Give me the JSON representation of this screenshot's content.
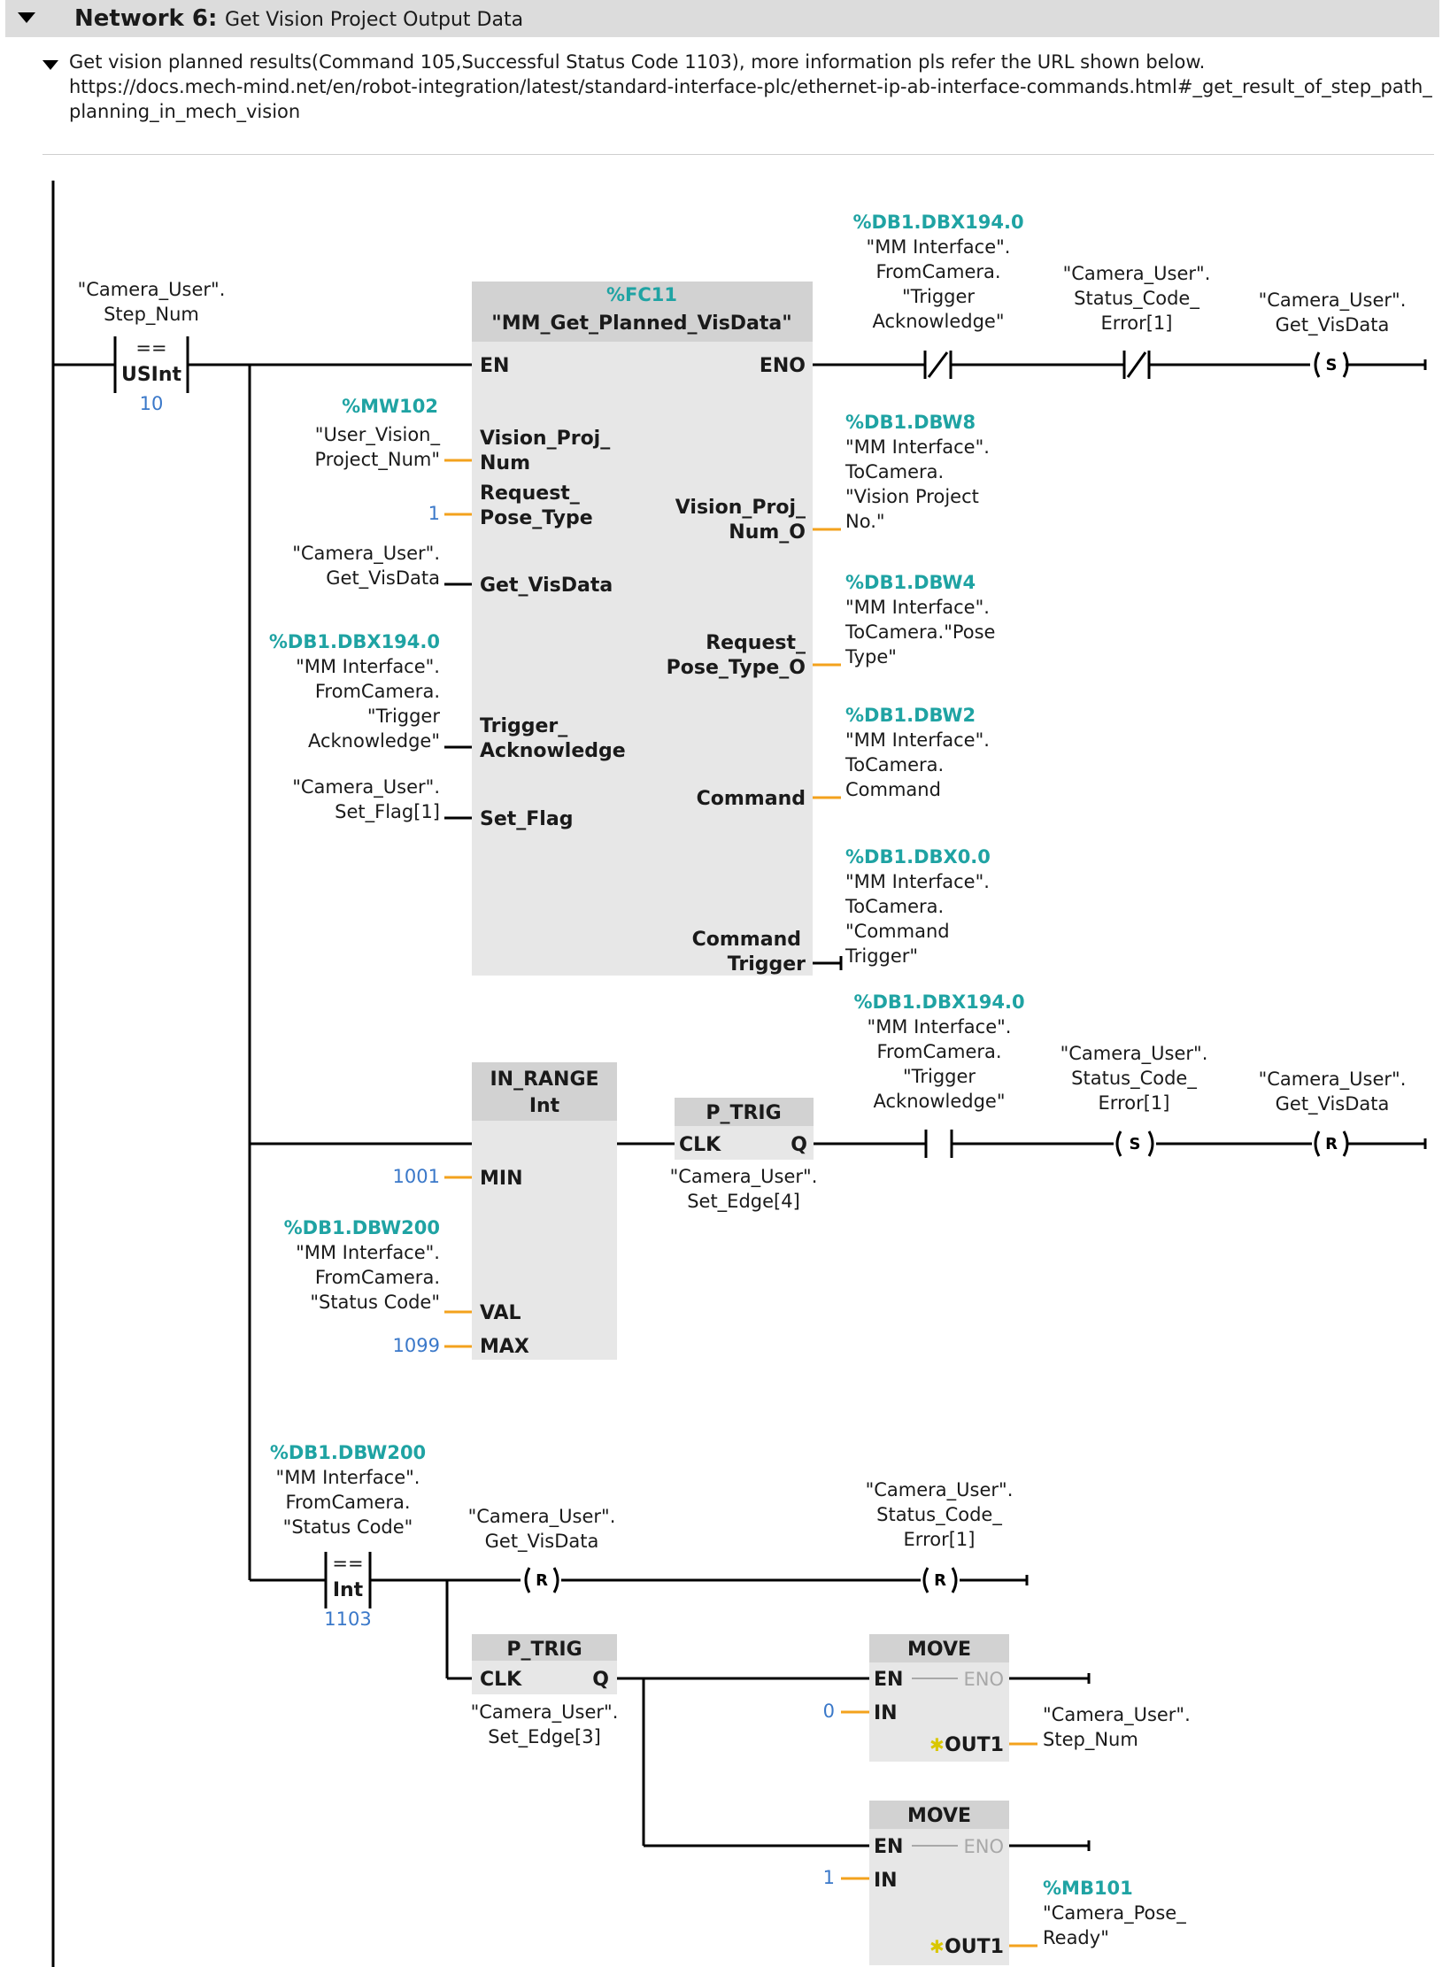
{
  "network": {
    "label": "Network 6:",
    "title": "Get Vision Project Output Data",
    "comment": "Get vision planned results(Command 105,Successful Status Code 1103), more information pls refer the URL shown below.\nhttps://docs.mech-mind.net/en/robot-integration/latest/standard-interface-plc/ethernet-ip-ab-interface-commands.html#_get_result_of_step_path_planning_in_mech_vision"
  },
  "compare1": {
    "op_l1": "\"Camera_User\".",
    "op_l2": "Step_Num",
    "op": "==",
    "type": "USInt",
    "value": "10"
  },
  "fc11": {
    "address": "%FC11",
    "name": "\"MM_Get_Planned_VisData\"",
    "en": "EN",
    "eno": "ENO",
    "pin_vp_1": "Vision_Proj_",
    "pin_vp_2": "Num",
    "pin_rp_1": "Request_",
    "pin_rp_2": "Pose_Type",
    "pin_gv": "Get_VisData",
    "pin_ta_1": "Trigger_",
    "pin_ta_2": "Acknowledge",
    "pin_sf": "Set_Flag",
    "out_vp_1": "Vision_Proj_",
    "out_vp_2": "Num_O",
    "out_rp_1": "Request_",
    "out_rp_2": "Pose_Type_O",
    "out_cmd": "Command",
    "out_ct_1": "Command",
    "out_ct_2": "Trigger",
    "in_vp_addr": "%MW102",
    "in_vp_l1": "\"User_Vision_",
    "in_vp_l2": "Project_Num\"",
    "in_rp_val": "1",
    "in_gv_l1": "\"Camera_User\".",
    "in_gv_l2": "Get_VisData",
    "in_ta_addr": "%DB1.DBX194.0",
    "in_ta_l1": "\"MM Interface\".",
    "in_ta_l2": "FromCamera.",
    "in_ta_l3": "\"Trigger",
    "in_ta_l4": "Acknowledge\"",
    "in_sf_l1": "\"Camera_User\".",
    "in_sf_l2": "Set_Flag[1]",
    "o1_addr": "%DB1.DBW8",
    "o1_l1": "\"MM Interface\".",
    "o1_l2": "ToCamera.",
    "o1_l3": "\"Vision Project",
    "o1_l4": "No.\"",
    "o2_addr": "%DB1.DBW4",
    "o2_l1": "\"MM Interface\".",
    "o2_l2": "ToCamera.\"Pose",
    "o2_l3": "Type\"",
    "o3_addr": "%DB1.DBW2",
    "o3_l1": "\"MM Interface\".",
    "o3_l2": "ToCamera.",
    "o3_l3": "Command",
    "o4_addr": "%DB1.DBX0.0",
    "o4_l1": "\"MM Interface\".",
    "o4_l2": "ToCamera.",
    "o4_l3": "\"Command",
    "o4_l4": "Trigger\""
  },
  "rung1": {
    "c1_addr": "%DB1.DBX194.0",
    "c1_l1": "\"MM Interface\".",
    "c1_l2": "FromCamera.",
    "c1_l3": "\"Trigger",
    "c1_l4": "Acknowledge\"",
    "c2_l1": "\"Camera_User\".",
    "c2_l2": "Status_Code_",
    "c2_l3": "Error[1]",
    "coil_l1": "\"Camera_User\".",
    "coil_l2": "Get_VisData",
    "coil_type": "S"
  },
  "inrange": {
    "title": "IN_RANGE",
    "type": "Int",
    "min_label": "MIN",
    "val_label": "VAL",
    "max_label": "MAX",
    "min_val": "1001",
    "max_val": "1099",
    "val_addr": "%DB1.DBW200",
    "val_l1": "\"MM Interface\".",
    "val_l2": "FromCamera.",
    "val_l3": "\"Status Code\""
  },
  "ptrig1": {
    "title": "P_TRIG",
    "clk": "CLK",
    "q": "Q",
    "op_l1": "\"Camera_User\".",
    "op_l2": "Set_Edge[4]"
  },
  "rung2": {
    "c_addr": "%DB1.DBX194.0",
    "c_l1": "\"MM Interface\".",
    "c_l2": "FromCamera.",
    "c_l3": "\"Trigger",
    "c_l4": "Acknowledge\"",
    "s_l1": "\"Camera_User\".",
    "s_l2": "Status_Code_",
    "s_l3": "Error[1]",
    "s_type": "S",
    "r_l1": "\"Camera_User\".",
    "r_l2": "Get_VisData",
    "r_type": "R"
  },
  "compare2": {
    "addr": "%DB1.DBW200",
    "l1": "\"MM Interface\".",
    "l2": "FromCamera.",
    "l3": "\"Status Code\"",
    "op": "==",
    "type": "Int",
    "value": "1103"
  },
  "rung3": {
    "r1_l1": "\"Camera_User\".",
    "r1_l2": "Get_VisData",
    "r1_type": "R",
    "r2_l1": "\"Camera_User\".",
    "r2_l2": "Status_Code_",
    "r2_l3": "Error[1]",
    "r2_type": "R"
  },
  "ptrig2": {
    "title": "P_TRIG",
    "clk": "CLK",
    "q": "Q",
    "op_l1": "\"Camera_User\".",
    "op_l2": "Set_Edge[3]"
  },
  "move1": {
    "title": "MOVE",
    "en": "EN",
    "eno": "ENO",
    "in": "IN",
    "out": "OUT1",
    "in_val": "0",
    "out_l1": "\"Camera_User\".",
    "out_l2": "Step_Num"
  },
  "move2": {
    "title": "MOVE",
    "en": "EN",
    "eno": "ENO",
    "in": "IN",
    "out": "OUT1",
    "in_val": "1",
    "out_addr": "%MB101",
    "out_l1": "\"Camera_Pose_",
    "out_l2": "Ready\""
  },
  "colors": {
    "address": "#1fa3a3",
    "constant": "#3a78c9",
    "wire": "#000000",
    "param_wire": "#f3a21d",
    "block_fill": "#e7e7e7",
    "block_header": "#d2d2d2"
  }
}
